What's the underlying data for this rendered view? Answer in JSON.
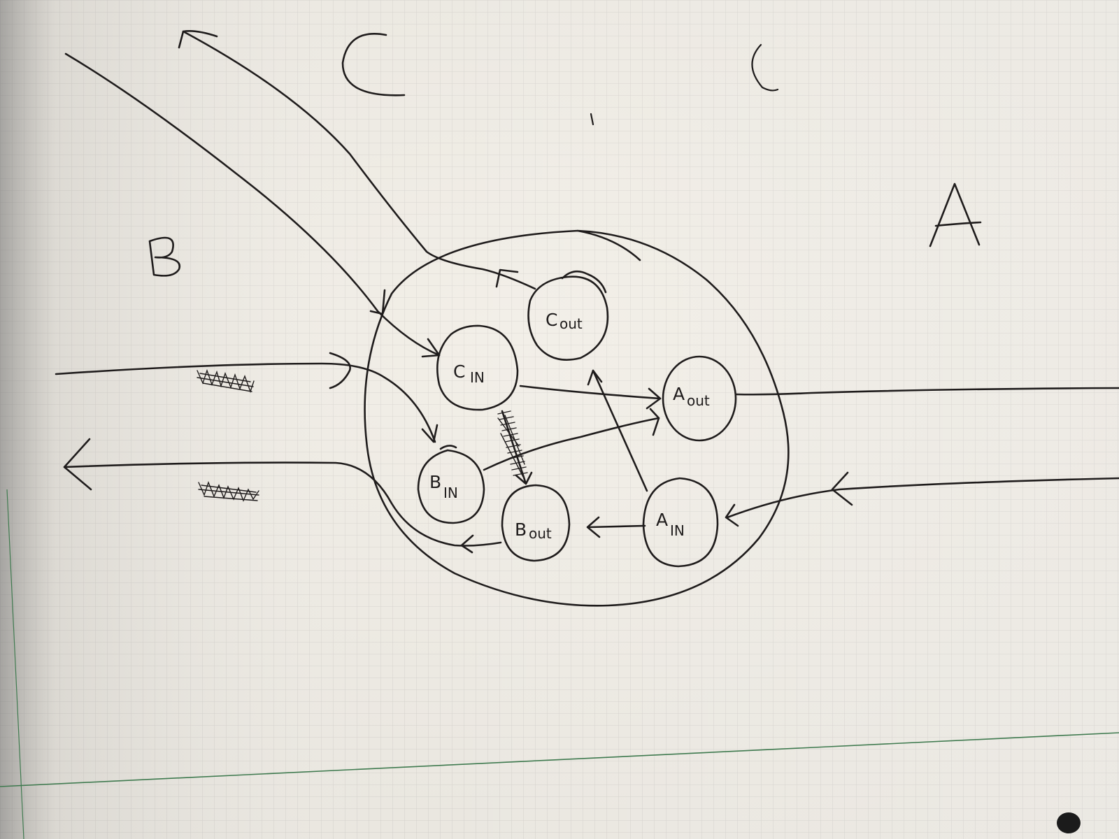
{
  "diagram": {
    "regions": [
      {
        "id": "A",
        "label": "A"
      },
      {
        "id": "B",
        "label": "B"
      },
      {
        "id": "C",
        "label": "C"
      }
    ],
    "nodes": [
      {
        "id": "c_out",
        "main": "C",
        "sub": "out"
      },
      {
        "id": "c_in",
        "main": "C",
        "sub": "IN"
      },
      {
        "id": "a_out",
        "main": "A",
        "sub": "out"
      },
      {
        "id": "b_in",
        "main": "B",
        "sub": "IN"
      },
      {
        "id": "b_out",
        "main": "B",
        "sub": "out"
      },
      {
        "id": "a_in",
        "main": "A",
        "sub": "IN"
      }
    ],
    "colors": {
      "paper": "#eeebe4",
      "grid": "#c9c6c3",
      "ink": "#1f1c1c",
      "margin_line": "#3f7a4f"
    }
  }
}
